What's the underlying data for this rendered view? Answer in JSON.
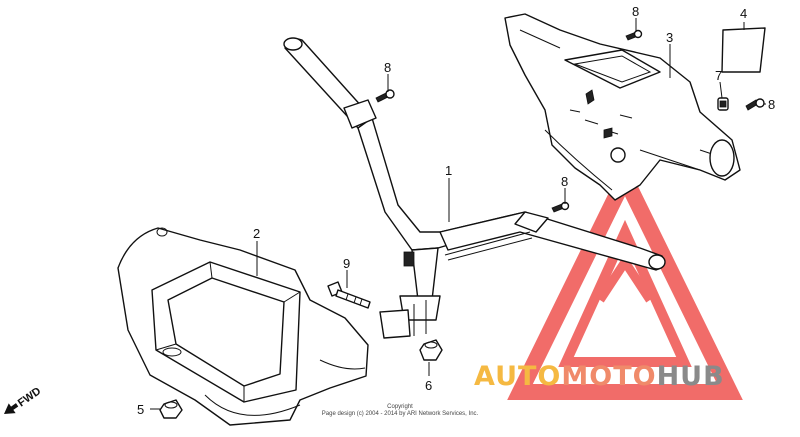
{
  "diagram": {
    "callouts": [
      {
        "id": "1",
        "label": "1"
      },
      {
        "id": "2",
        "label": "2"
      },
      {
        "id": "3",
        "label": "3"
      },
      {
        "id": "4",
        "label": "4"
      },
      {
        "id": "5",
        "label": "5"
      },
      {
        "id": "6",
        "label": "6"
      },
      {
        "id": "7",
        "label": "7"
      },
      {
        "id": "8a",
        "label": "8"
      },
      {
        "id": "8b",
        "label": "8"
      },
      {
        "id": "8c",
        "label": "8"
      },
      {
        "id": "8d",
        "label": "8"
      },
      {
        "id": "9",
        "label": "9"
      }
    ],
    "direction_label": "FWD",
    "copyright_line1": "Copyright",
    "copyright_line2": "Page design (c) 2004 - 2014 by ARI Network Services, Inc."
  },
  "watermark": {
    "part1": "AUTO",
    "part2": "MOTO",
    "part3": "HUB",
    "colors": {
      "auto": "#f5b942",
      "moto": "#f08a6a",
      "hub": "#8a8a8a",
      "triangle": "#ef5350"
    }
  }
}
